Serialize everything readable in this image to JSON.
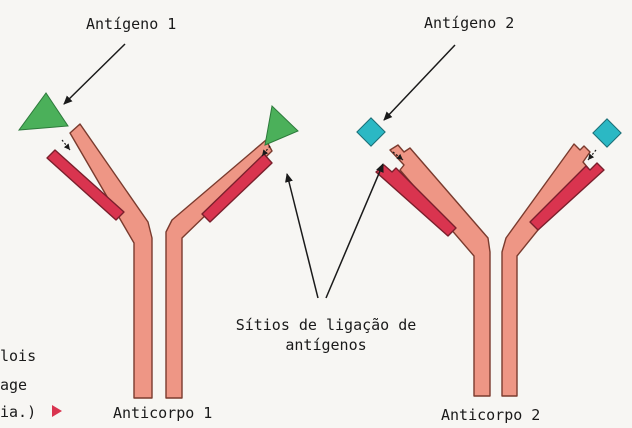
{
  "labels": {
    "antigen1": "Antígeno 1",
    "antigen2": "Antígeno 2",
    "binding_sites_line1": "Sítios de ligação de",
    "binding_sites_line2": "antígenos",
    "antibody1": "Anticorpo 1",
    "antibody2": "Anticorpo 2"
  },
  "margin_text": {
    "line1": "lois",
    "line2": "age",
    "line3": "ia.)"
  },
  "colors": {
    "heavy_chain_fill": "#ee9685",
    "heavy_chain_stroke": "#7a3b2e",
    "light_chain_fill": "#d9344f",
    "light_chain_stroke": "#7a1f2c",
    "antigen1_fill": "#4bb05a",
    "antigen2_fill": "#2bb8c4",
    "arrow_color": "#1a1a1a",
    "page_marker": "#d9344f"
  },
  "icons": {
    "antigen1": "green-triangle",
    "antigen2": "cyan-square",
    "page_marker": "red-triangle-right"
  }
}
